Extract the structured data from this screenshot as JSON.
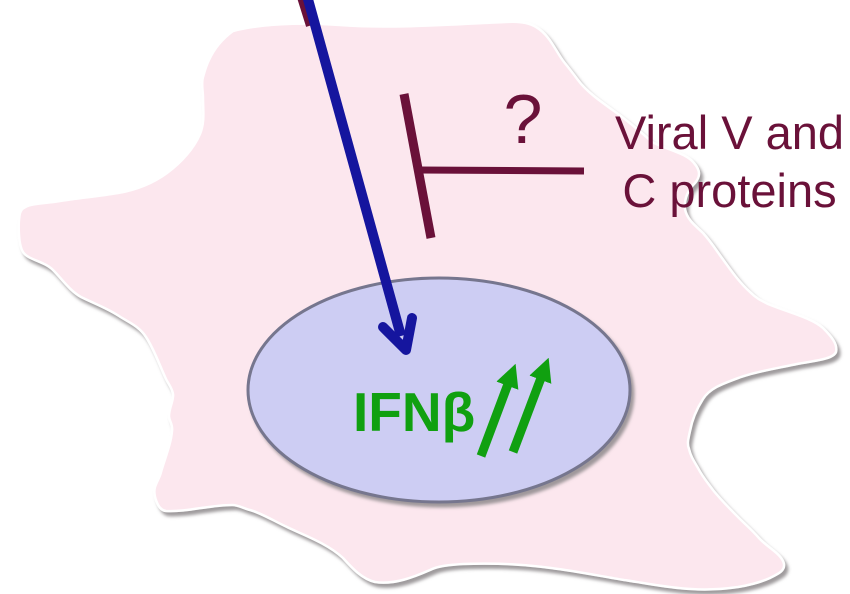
{
  "title": "Viral inhibition of IFN-beta induction in cell diagram",
  "labels": {
    "ifnb": "IFNβ",
    "question_mark": "?",
    "viral_line1": "Viral V and",
    "viral_line2": "C proteins"
  },
  "icons": {
    "infection_arrow": "dark-blue-diagonal-arrow-into-nucleus",
    "inhibition_bar": "maroon-t-bar-inhibition-symbol",
    "upregulation_arrows": "two-green-up-arrows"
  },
  "colors": {
    "background": "#ffffff",
    "cell_fill": "#fce7ee",
    "cell_outline": "#ffffff",
    "cell_shadow": "#928d90",
    "nucleus_fill": "#cdcdf3",
    "nucleus_border": "#76768e",
    "arrow_blue": "#15159e",
    "maroon": "#6a1139",
    "green": "#10a010"
  }
}
